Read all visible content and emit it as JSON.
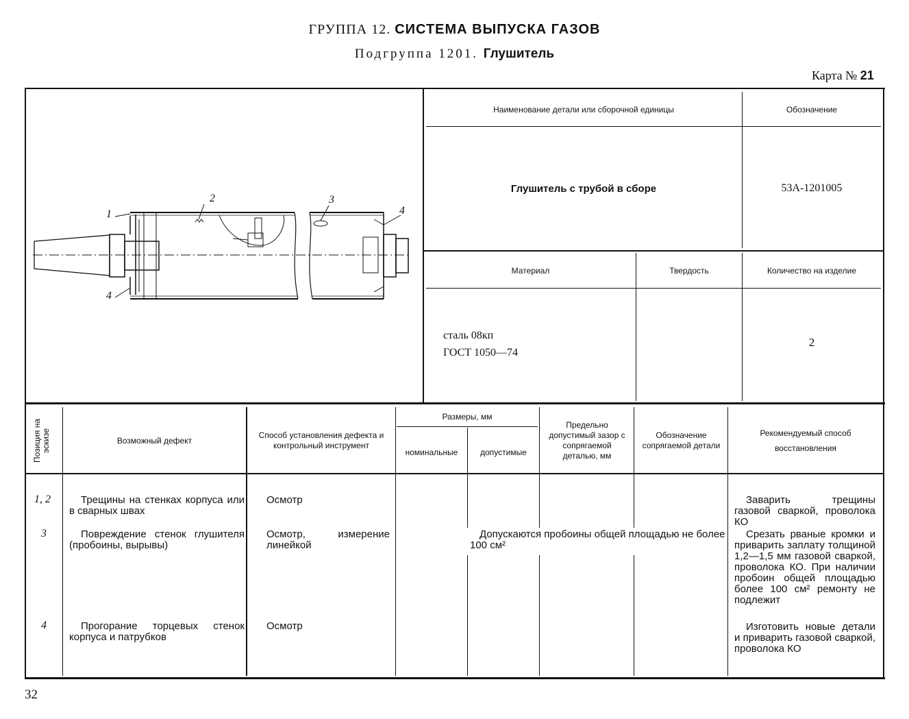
{
  "header": {
    "group_prefix": "ГРУППА 12.",
    "group_title": "СИСТЕМА ВЫПУСКА ГАЗОВ",
    "subgroup_prefix": "Подгруппа 1201.",
    "subgroup_title": "Глушитель",
    "card_prefix": "Карта №",
    "card_number": "21"
  },
  "sketch": {
    "callouts": [
      "1",
      "2",
      "3",
      "4",
      "4"
    ]
  },
  "info": {
    "name_header": "Наименование детали или сборочной единицы",
    "designation_header": "Обозначение",
    "part_name": "Глушитель с трубой в сборе",
    "designation": "53А-1201005",
    "material_header": "Материал",
    "hardness_header": "Твердость",
    "quantity_header": "Количество на изделие",
    "material_line1": "сталь 08кп",
    "material_line2": "ГОСТ 1050—74",
    "hardness": "",
    "quantity": "2"
  },
  "table": {
    "col_position": "Позиция на эскизе",
    "col_defect": "Возможный дефект",
    "col_method": "Способ установления дефекта и контрольный инструмент",
    "col_sizes": "Размеры, мм",
    "col_nominal": "номинальные",
    "col_allowed": "допустимые",
    "col_gap": "Предельно допустимый зазор с сопрягаемой деталью, мм",
    "col_mating": "Обозначение сопрягаемой детали",
    "col_restore": "Рекомендуемый способ восстановления",
    "rows": [
      {
        "position": "1, 2",
        "defect": "Трещины на стенках корпуса или в сварных швах",
        "method": "Осмотр",
        "restore": "Заварить трещины газовой сваркой, проволока КО"
      },
      {
        "position": "3",
        "defect": "Повреждение стенок глушителя (пробоины, вырывы)",
        "method": "Осмотр, измерение линейкой",
        "allowed": "Допускаются пробоины общей площадью не более 100 см²",
        "restore": "Срезать рваные кромки и приварить заплату толщиной 1,2—1,5 мм газовой сваркой, проволока КО. При наличии пробоин общей площадью более 100 см² ремонту не подлежит"
      },
      {
        "position": "4",
        "defect": "Прогорание торцевых стенок корпуса и патрубков",
        "method": "Осмотр",
        "restore": "Изготовить новые детали и приварить газовой сваркой, проволока КО"
      }
    ]
  },
  "footer": {
    "page_number": "32"
  }
}
